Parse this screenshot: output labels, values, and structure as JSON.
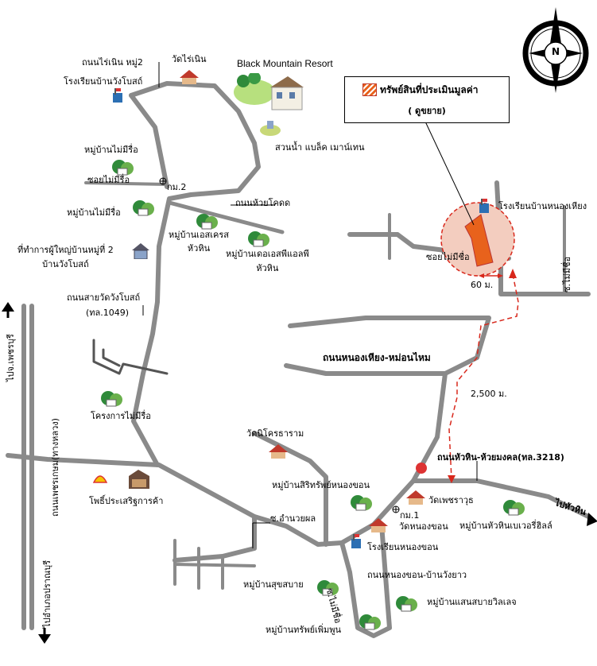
{
  "legend": {
    "title": "ทรัพย์สินที่ประเมินมูลค่า",
    "subtitle": "( ดูขยาย)",
    "swatch_color": "#e8621c"
  },
  "compass": {
    "letter": "N"
  },
  "labels": {
    "non_rai_noen": "ถนนไร่เนิน หมู่2",
    "wat_rai_noen": "วัดไร่เนิน",
    "school_wang_pong": "โรงเรียนบ้านวังโบสถ์",
    "black_mountain": "Black Mountain Resort",
    "water_park": "สวนน้ำ แบล็ค เมาน์เทน",
    "mu_ban_mai_mi_rue": "หมู่บ้านไม่มีรื่อ",
    "soi_mai_mi_rue": "ซอยไม่มีรื่อ",
    "km2": "กม.2",
    "mu_ban_mai_mi_rue_2": "หมู่บ้านไม่มีรื่อ",
    "non_huai_khot": "ถนนห้วยโคดด",
    "mu_ban_s_kras": "หมู่บ้านเอสเครส",
    "hua_hin_1": "หัวหิน",
    "mu_ban_d_s_p": "หมู่บ้านเดอเอสพีแอลพี",
    "hua_hin_2": "หัวหิน",
    "office_line1": "ที่ทำการผู้ใหญ่บ้านหมู่ที่ 2",
    "office_line2": "บ้านวังโบสถ์",
    "road_wat_wang_pong": "ถนนสายวัดวังโบสถ์",
    "road_code_1049": "(ทล.1049)",
    "school_nong_hiang": "โรงเรียนบ้านหนองเหียง",
    "soi_nong_hiang": "ซอยไม่มีชื่อ",
    "dist_60": "60 ม.",
    "road_code_side": "ซ.ไม่มีชื่อ",
    "non_nong_hiang": "ถนนหนองเหียง-หม่อนไหม",
    "dist_2500": "2,500 ม.",
    "project_mai_mi_rue": "โครงการไม่มีรื่อ",
    "wat_nikhot": "วัดนิโครธาราม",
    "road_hua_hin": "ถนนหัวหิน-ห้วยมงคล(ทล.3218)",
    "mu_ban_sirisap": "หมู่บ้านสิริทรัพย์หนองขอน",
    "wat_phetcharawut": "วัดเพชราวุธ",
    "to_hua_hin": "ไปหัวหิน",
    "km1": "กม.1",
    "wat_nong_khon": "วัดหนองขอน",
    "mu_ban_hua_hin_river": "หมู่บ้านหัวหินเบเวอรี่ฮิลล์",
    "petrol_station": "โพธิ์ประเสริฐการค้า",
    "soi_amnuai": "ซ.อำนวยผล",
    "school_nong_khon": "โรงเรียนหนองขอน",
    "road_nong_khon": "ถนนหนองขอน-บ้านวังยาว",
    "mu_ban_suk_sabai": "หมู่บ้านสุขสบาย",
    "mu_ban_saen_sabai": "หมู่บ้านแสนสบายวิลเลจ",
    "mu_ban_sap_phoem": "หมู่บ้านทรัพย์เพิ่มพูน",
    "soi_mai_mi_chue_v": "ซ.ไม่มีชื่อ",
    "road_phetkasem": "ถนนเพชรเกษม(ทางหลวง)",
    "to_phetchaburi": "ไปจ.เพชรบุรี",
    "to_pranburi": "ไปอำเภอปราณบุรี"
  }
}
